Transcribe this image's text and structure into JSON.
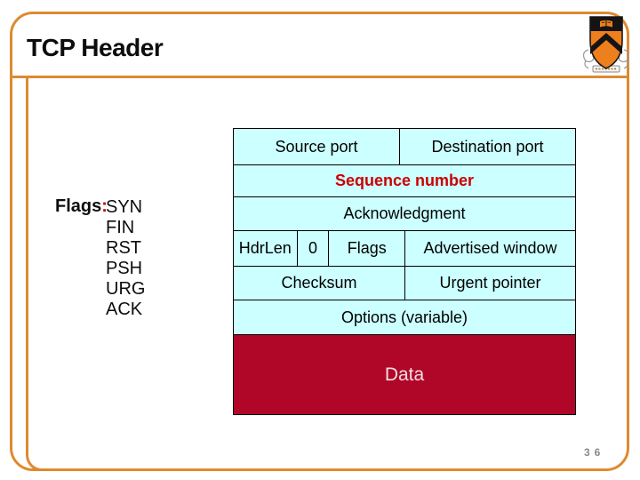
{
  "slide": {
    "title": "TCP Header",
    "page_number": "36"
  },
  "flags_legend": {
    "label": "Flags",
    "colon": ":",
    "items": [
      "SYN",
      "FIN",
      "RST",
      "PSH",
      "URG",
      "ACK"
    ]
  },
  "tcp_header_diagram": {
    "source_port": "Source port",
    "destination_port": "Destination port",
    "sequence_number": "Sequence number",
    "acknowledgment": "Acknowledgment",
    "hdr_len": "HdrLen",
    "reserved_zero": "0",
    "flags": "Flags",
    "advertised_window": "Advertised window",
    "checksum": "Checksum",
    "urgent_pointer": "Urgent pointer",
    "options": "Options (variable)",
    "data": "Data"
  },
  "logo": {
    "name": "princeton-university-crest"
  },
  "colors": {
    "frame_orange": "#DE8A2F",
    "cell_cyan": "#CCFFFF",
    "highlight_red": "#CC0000",
    "data_background": "#B00728",
    "data_text": "#F2DEE3",
    "princeton_orange": "#EE7F1D",
    "page_number_gray": "#8A8A8A"
  }
}
